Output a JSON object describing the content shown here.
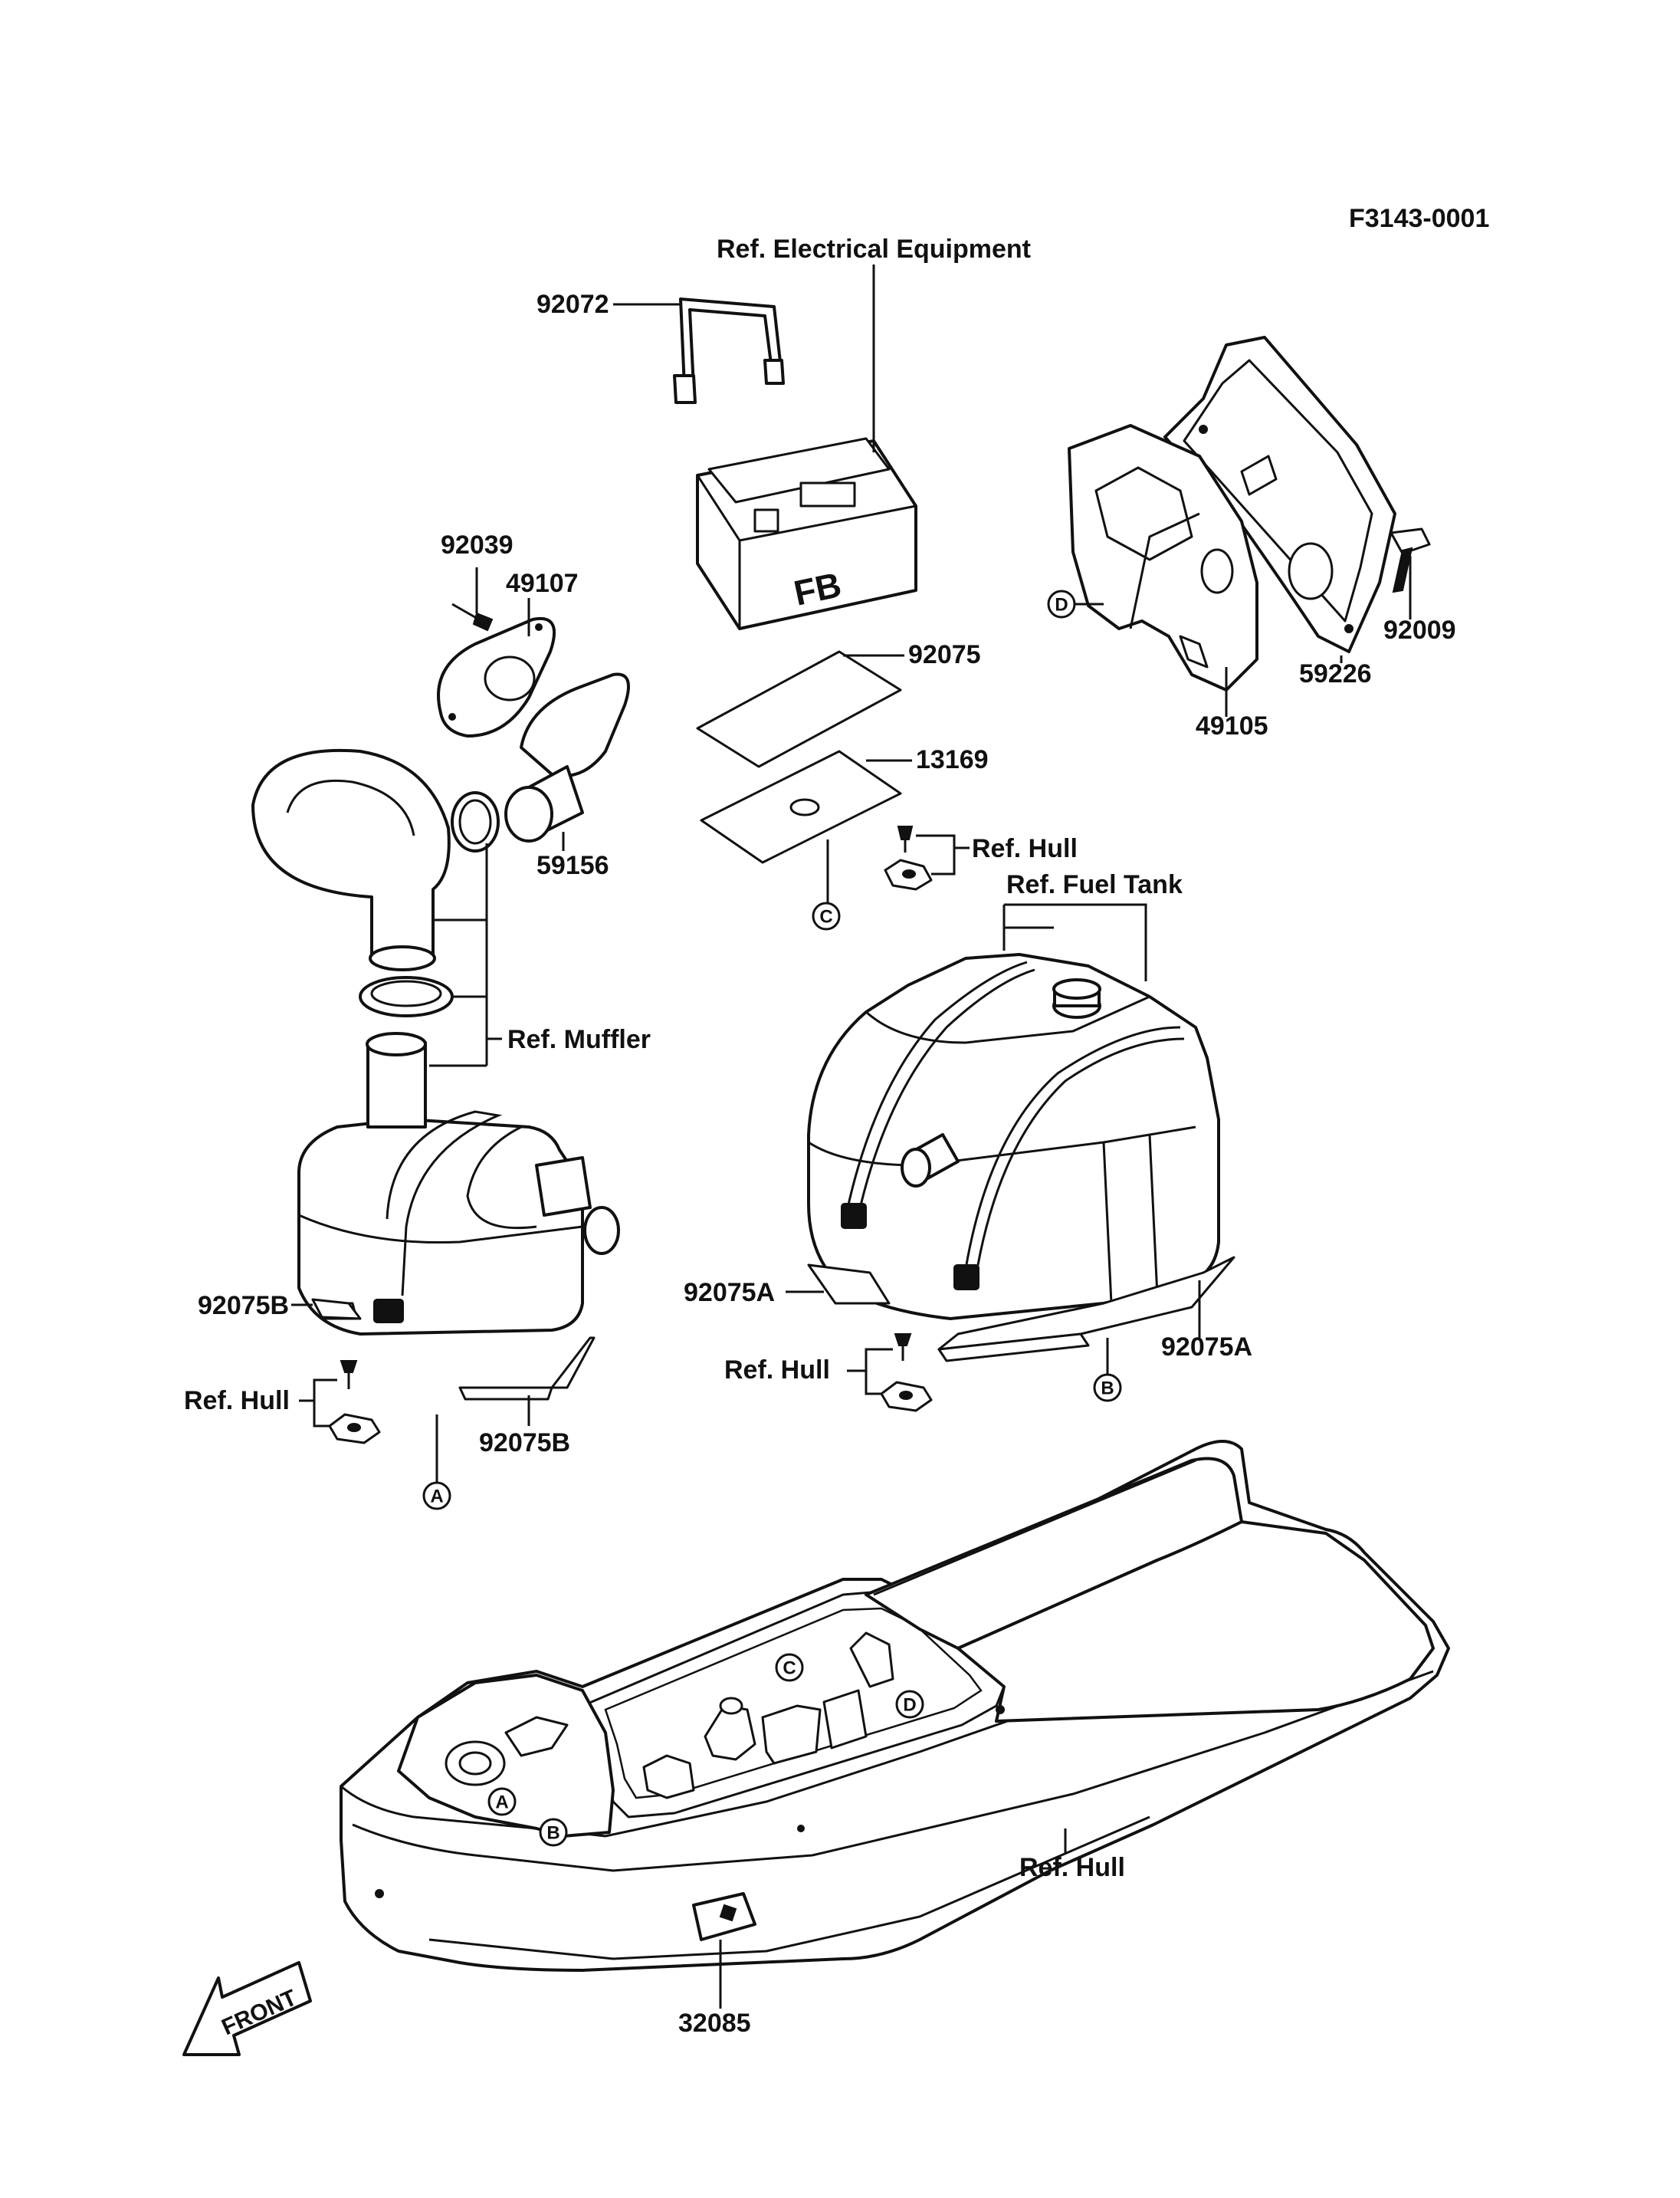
{
  "figure_code": "F3143-0001",
  "labels": {
    "p92072": "92072",
    "ref_electrical": "Ref. Electrical Equipment",
    "p92039": "92039",
    "p49107": "49107",
    "p92075": "92075",
    "p13169": "13169",
    "p59156": "59156",
    "ref_hull_top": "Ref. Hull",
    "ref_fuel_tank": "Ref. Fuel Tank",
    "ref_muffler": "Ref. Muffler",
    "p92009": "92009",
    "p59226": "59226",
    "p49105": "49105",
    "p92075b_left": "92075B",
    "p92075b_bottom": "92075B",
    "p92075a_left": "92075A",
    "p92075a_right": "92075A",
    "ref_hull_mid": "Ref. Hull",
    "ref_hull_left": "Ref. Hull",
    "ref_hull_bottom": "Ref. Hull",
    "p32085": "32085",
    "front": "FRONT",
    "battery_mark": "FB"
  },
  "markers": {
    "a": "A",
    "b": "B",
    "c": "C",
    "d": "D"
  }
}
